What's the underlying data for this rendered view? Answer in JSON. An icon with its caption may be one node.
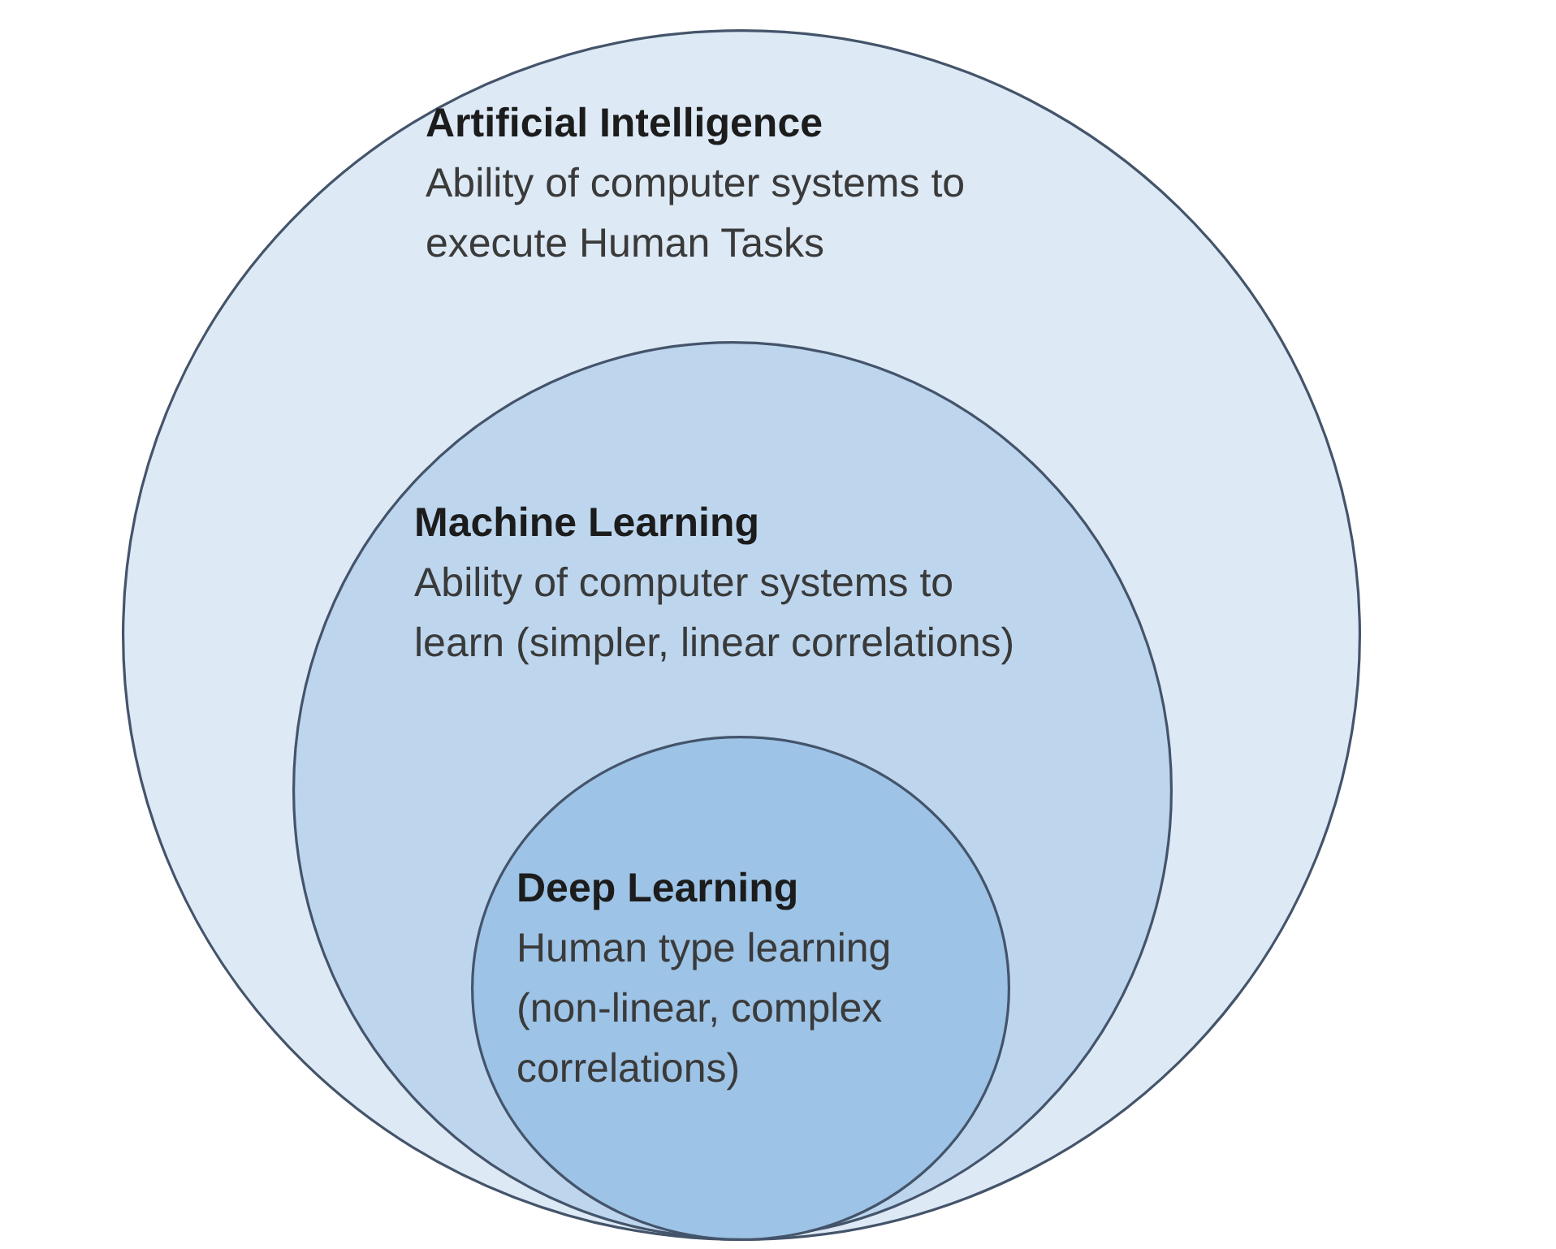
{
  "diagram": {
    "nodes": [
      {
        "text": [
          "Artificial Intelligence",
          "Ability of computer systems to execute Human Tasks"
        ]
      },
      {
        "text": [
          "Machine Learning",
          "Ability of computer systems to learn (simpler, linear correlations)"
        ],
        "in": 0
      },
      {
        "text": [
          "Deep Learning",
          "Human type learning (non-linear, complex correlations)"
        ],
        "in": 1
      }
    ]
  }
}
